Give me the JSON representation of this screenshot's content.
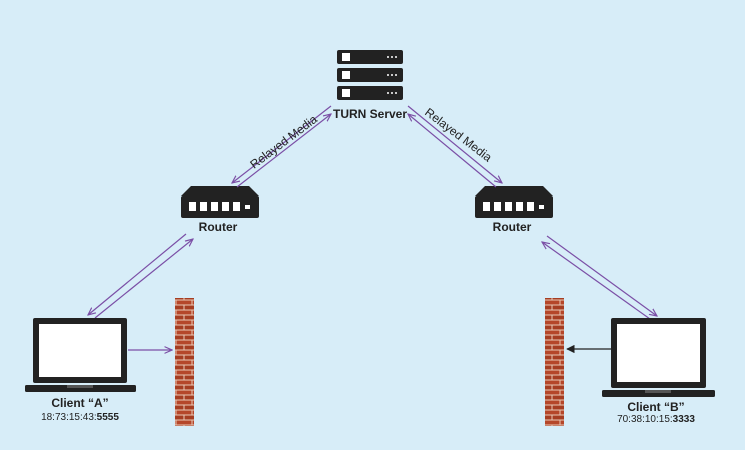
{
  "server": {
    "label": "TURN Server"
  },
  "routers": [
    {
      "label": "Router"
    },
    {
      "label": "Router"
    }
  ],
  "links": [
    {
      "label": "Relayed Media"
    },
    {
      "label": "Relayed Media"
    }
  ],
  "clients": [
    {
      "name": "Client “A”",
      "addr_prefix": "18:73:15:43:",
      "port": "5555"
    },
    {
      "name": "Client “B”",
      "addr_prefix": "70:38:10:15:",
      "port": "3333"
    }
  ],
  "colors": {
    "background": "#d7edf8",
    "arrow": "#7b4fa6",
    "device": "#222222",
    "brick": "#b5472a",
    "mortar": "#e9c9b6"
  }
}
